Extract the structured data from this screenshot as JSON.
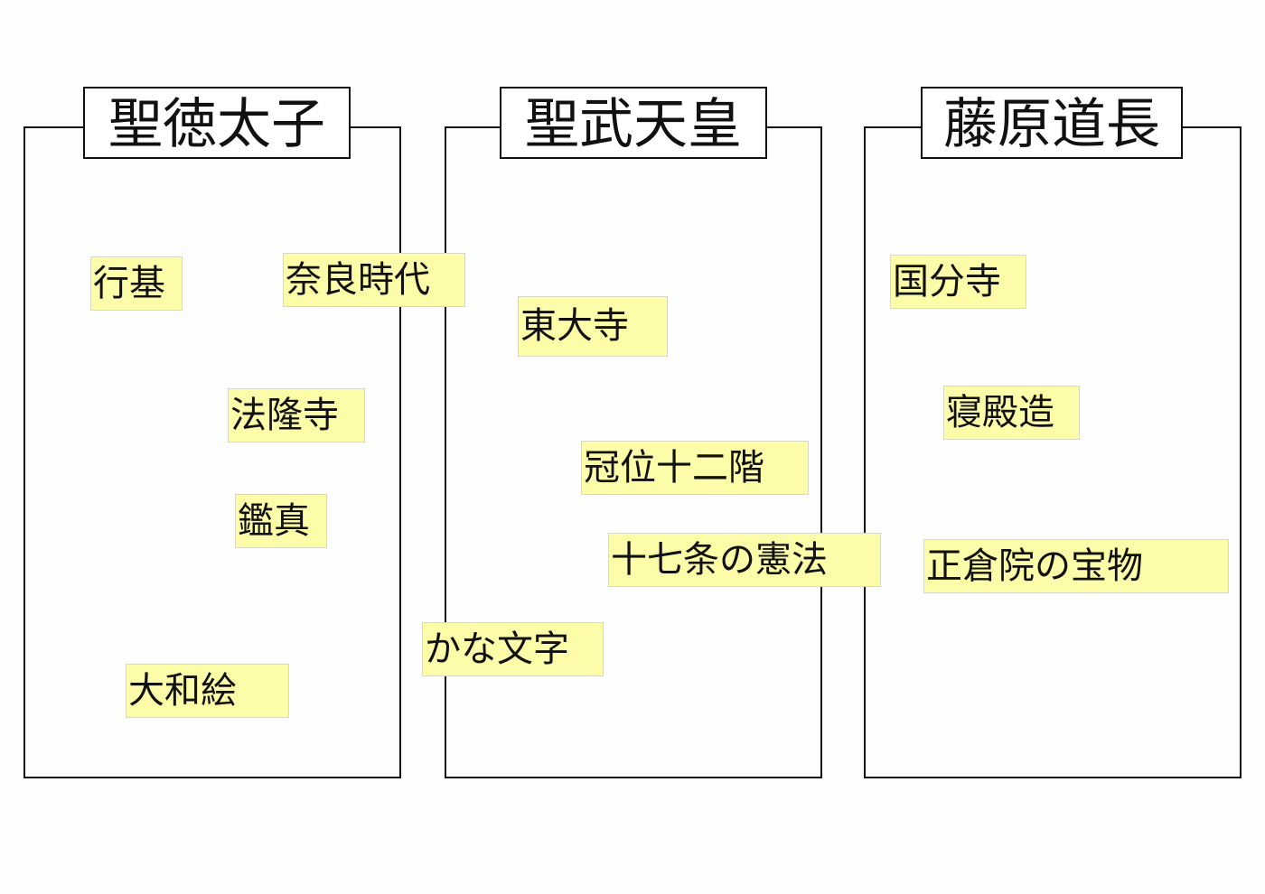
{
  "columns": [
    {
      "title": "聖徳太子"
    },
    {
      "title": "聖武天皇"
    },
    {
      "title": "藤原道長"
    }
  ],
  "cards": [
    {
      "id": "gyoki",
      "label": "行基"
    },
    {
      "id": "nara-jidai",
      "label": "奈良時代"
    },
    {
      "id": "todaiji",
      "label": "東大寺"
    },
    {
      "id": "kokubunji",
      "label": "国分寺"
    },
    {
      "id": "horyuji",
      "label": "法隆寺"
    },
    {
      "id": "shindenzukuri",
      "label": "寝殿造"
    },
    {
      "id": "kani-junikai",
      "label": "冠位十二階"
    },
    {
      "id": "ganjin",
      "label": "鑑真"
    },
    {
      "id": "jushichijo-kenpo",
      "label": "十七条の憲法"
    },
    {
      "id": "shosoin-homotsu",
      "label": "正倉院の宝物"
    },
    {
      "id": "kana-moji",
      "label": "かな文字"
    },
    {
      "id": "yamato-e",
      "label": "大和絵"
    }
  ],
  "colors": {
    "card": "#fdfca8",
    "border": "#111111"
  }
}
